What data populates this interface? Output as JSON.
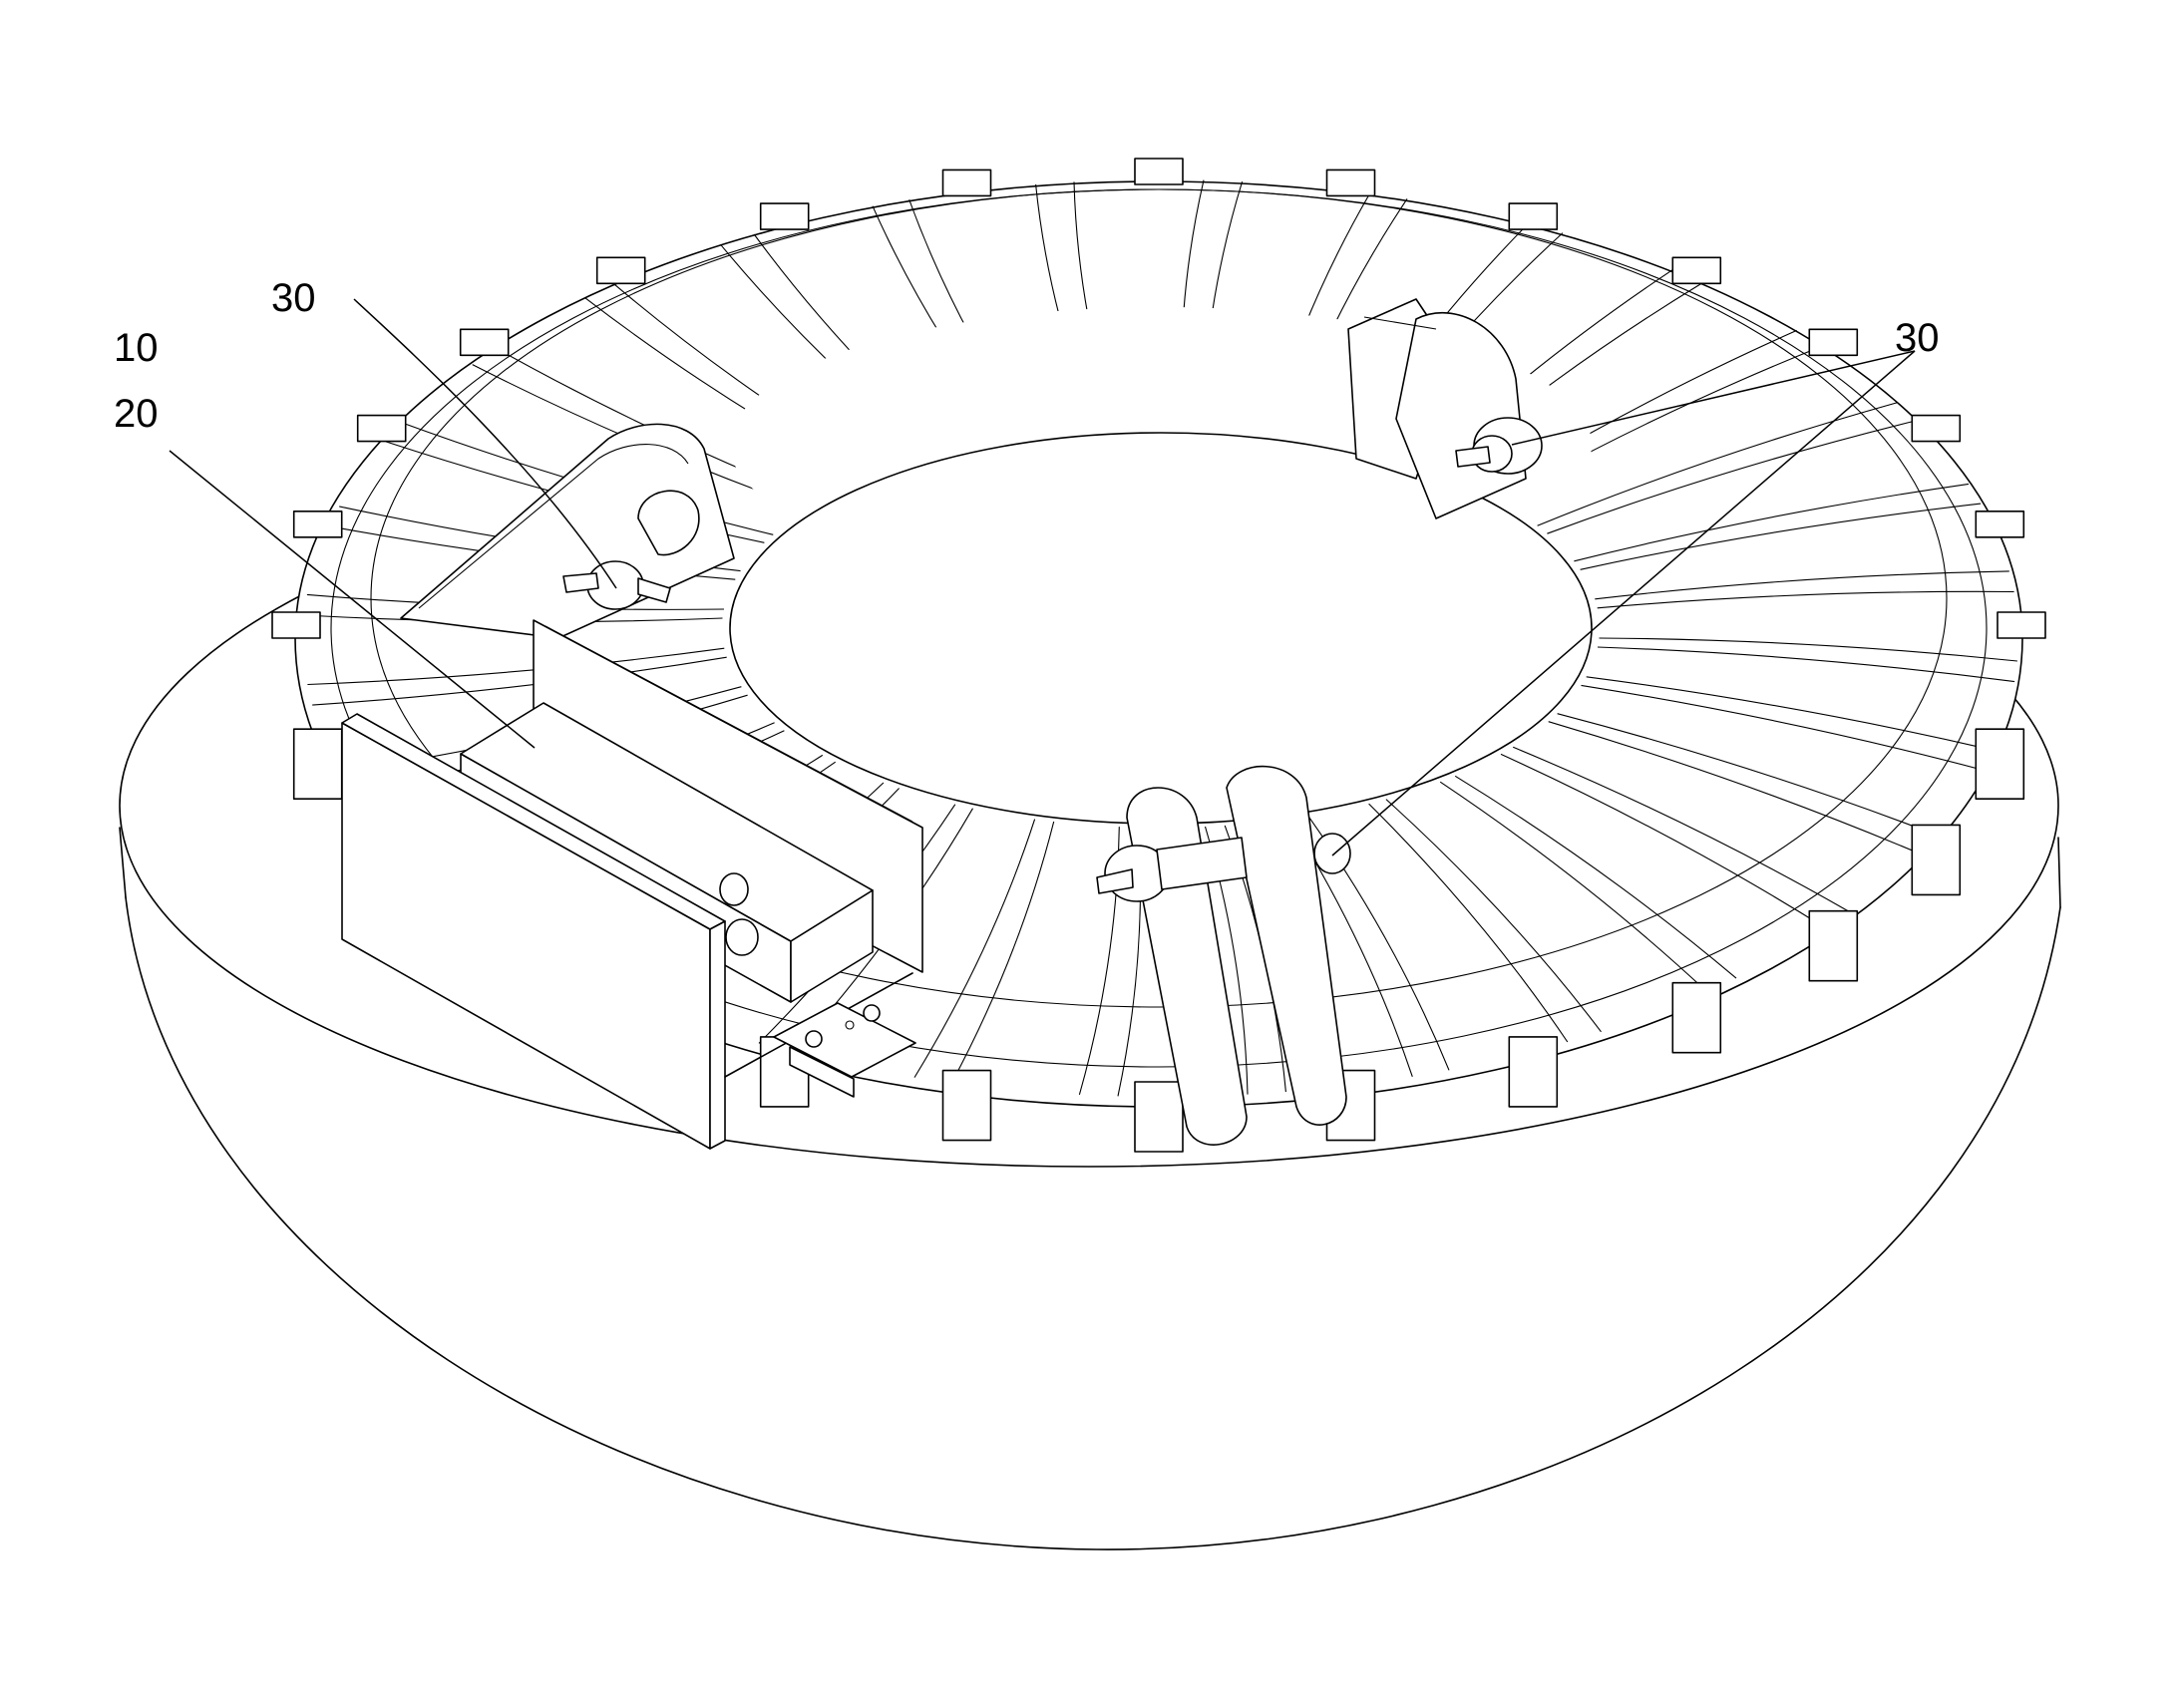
{
  "reference_numerals": {
    "label_10": "10",
    "label_20": "20",
    "label_30_left": "30",
    "label_30_right": "30"
  },
  "colors": {
    "line": "#000000",
    "background": "#ffffff"
  }
}
